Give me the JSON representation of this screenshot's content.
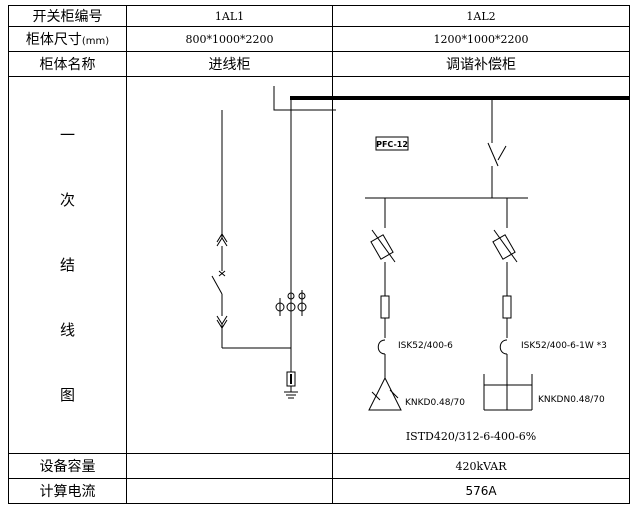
{
  "rows": {
    "switchgear_no": {
      "label": "开关柜编号",
      "col1": "1AL1",
      "col2": "1AL2"
    },
    "cabinet_size": {
      "label_main": "柜体尺寸",
      "label_unit": "(mm)",
      "col1": "800*1000*2200",
      "col2": "1200*1000*2200"
    },
    "cabinet_name": {
      "label": "柜体名称",
      "col1": "进线柜",
      "col2": "调谐补偿柜"
    },
    "primary_wiring": {
      "label_chars": [
        "一",
        "次",
        "结",
        "线",
        "图"
      ]
    },
    "equipment_capacity": {
      "label": "设备容量",
      "col1": "",
      "col2": "420kVAR"
    },
    "calculated_current": {
      "label": "计算电流",
      "col1": "",
      "col2": "576A"
    }
  },
  "diagram": {
    "controller_label": "PFC-12",
    "reactor_left": "ISK52/400-6",
    "reactor_right": "ISK52/400-6-1W *3",
    "capacitor_left": "KNKD0.48/70",
    "capacitor_right": "KNKDN0.48/70",
    "compensation_model": "ISTD420/312-6-400-6%"
  }
}
